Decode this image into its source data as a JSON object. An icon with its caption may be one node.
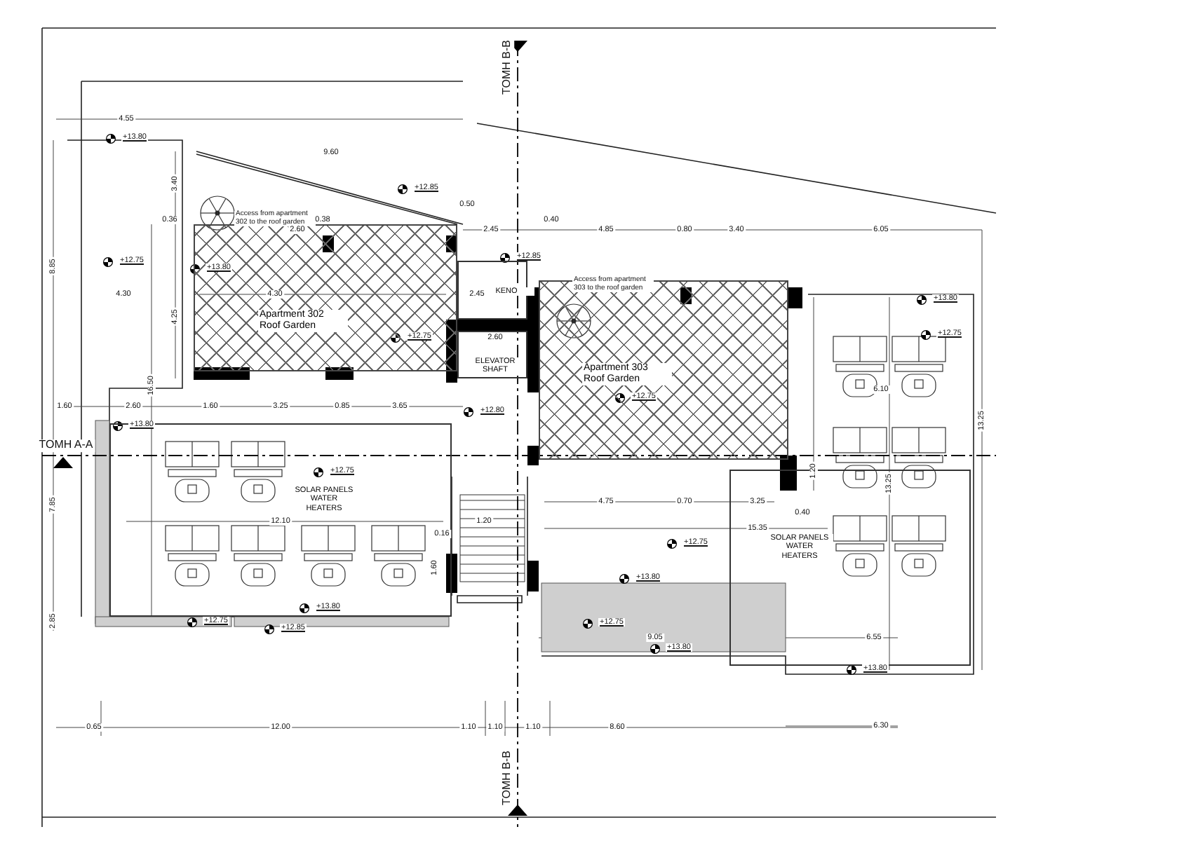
{
  "diagram": {
    "nodes": [
      {
        "text": [
          "Apartment 302 Roof Garden"
        ]
      },
      {
        "text": [
          "KENO"
        ]
      },
      {
        "text": [
          "ELEVATOR SHAFT"
        ]
      },
      {
        "text": [
          "Apartment 303 Roof Garden"
        ]
      },
      {
        "text": [
          "SOLAR PANELS WATER HEATERS"
        ]
      },
      {
        "text": [
          "SOLAR PANELS WATER HEATERS"
        ]
      }
    ],
    "labels": [
      "4.55",
      "+13.80",
      "9.60",
      "+12.85",
      "3.40",
      "0.36",
      "Access from apartment 302 to the roof garden",
      "0.38",
      "2.60",
      "8.85",
      "+12.75",
      "+13.80",
      "4.30",
      "4.30",
      "4.25",
      "+12.75",
      "16.50",
      "1.60",
      "2.60",
      "1.60",
      "3.25",
      "0.85",
      "3.65",
      "+13.80",
      "TOMH A-A",
      "TOMH B-B",
      "0.50",
      "2.45",
      "0.40",
      "4.85",
      "0.80",
      "3.40",
      "6.05",
      "+12.85",
      "2.45",
      "+13.80",
      "Access from apartment 303 to the roof garden",
      "+12.75",
      "2.60",
      "6.10",
      "+12.75",
      "+12.80",
      "+12.75",
      "7.85",
      "1.20",
      "13.25",
      "13.25",
      "4.75",
      "0.70",
      "3.25",
      "0.40",
      "12.10",
      "1.20",
      "15.35",
      "0.16",
      "+12.75",
      "1.60",
      "+13.80",
      "+13.80",
      "+12.75",
      "2.85",
      "+12.75",
      "+12.85",
      "9.05",
      "6.55",
      "+13.80",
      "+13.80",
      "0.65",
      "12.00",
      "1.10",
      "1.10",
      "1.10",
      "8.60",
      "6.30",
      "TOMH B-B"
    ]
  }
}
